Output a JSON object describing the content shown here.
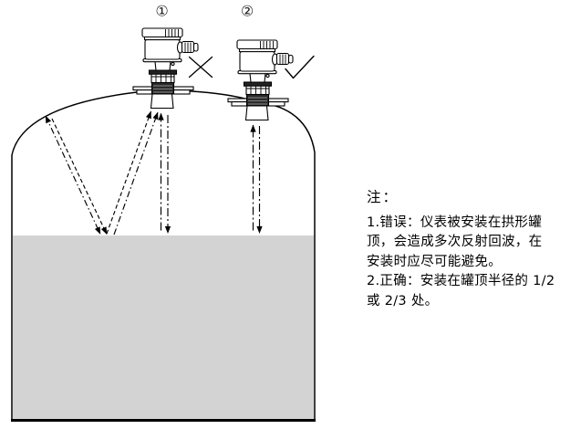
{
  "diagram": {
    "sensor_1_label": "①",
    "sensor_2_label": "②",
    "wrong_mark_glyph": "×",
    "correct_mark_glyph": "✓",
    "colors": {
      "outline": "#000000",
      "liquid_fill": "#d3d3d3",
      "thread_dark": "#2b2b2b"
    }
  },
  "notes": {
    "title": "注：",
    "lines": [
      "1.错误：仪表被安装在拱形罐",
      "顶，会造成多次反射回波，在",
      "安装时应尽可能避免。",
      "2.正确：安装在罐顶半径的 1/2",
      "或 2/3 处。"
    ]
  }
}
